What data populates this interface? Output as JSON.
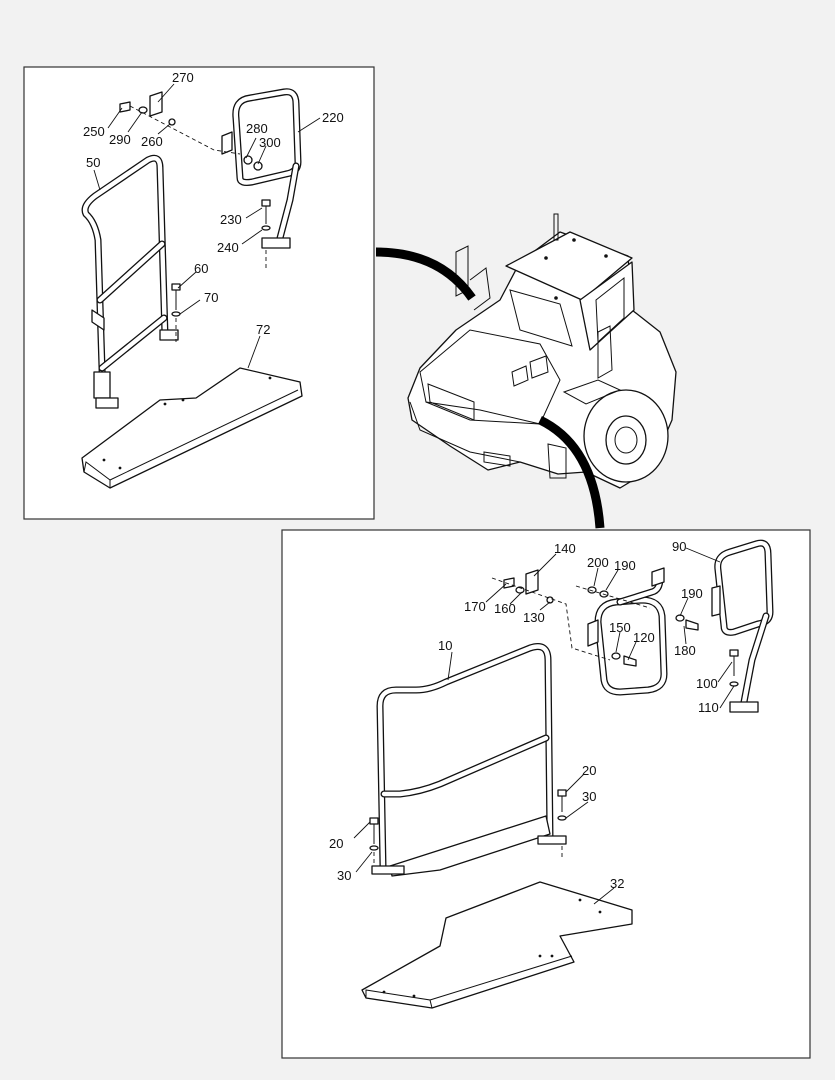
{
  "diagram": {
    "upper_panel": {
      "labels": [
        "270",
        "250",
        "290",
        "260",
        "280",
        "300",
        "220",
        "50",
        "230",
        "240",
        "60",
        "70",
        "72"
      ]
    },
    "lower_panel": {
      "labels": [
        "140",
        "200",
        "190",
        "90",
        "170",
        "160",
        "130",
        "190",
        "150",
        "120",
        "180",
        "10",
        "100",
        "110",
        "20",
        "30",
        "20",
        "30",
        "32"
      ]
    }
  }
}
